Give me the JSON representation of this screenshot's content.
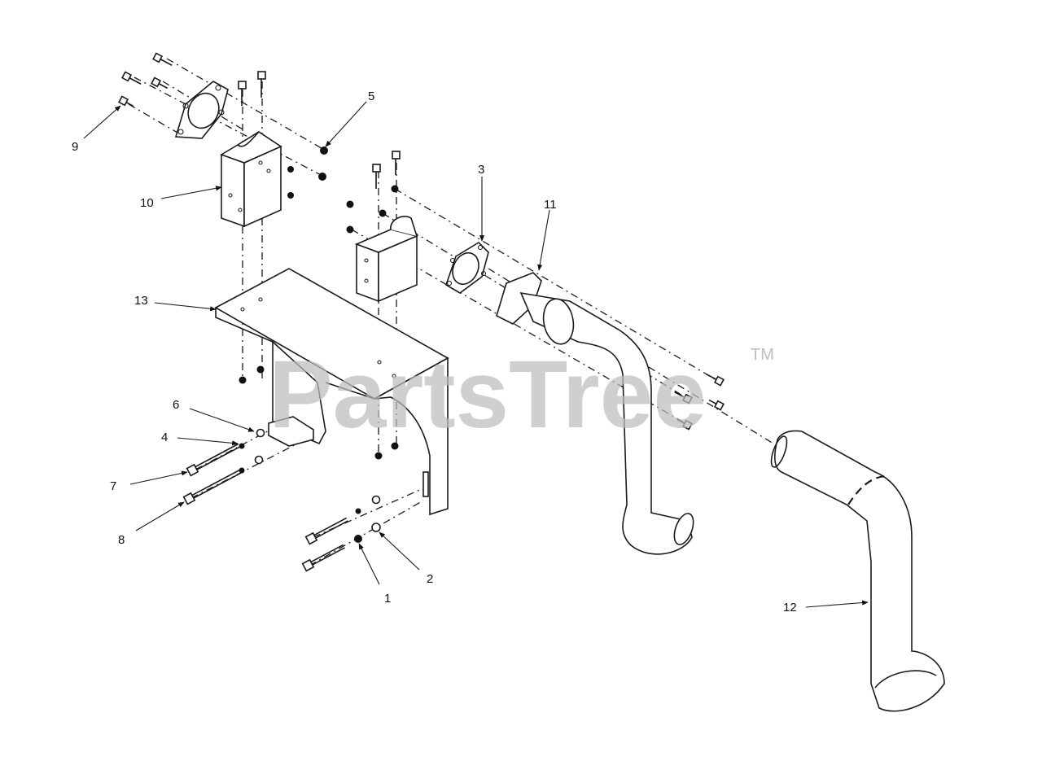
{
  "watermark": {
    "brand": "PartsTree",
    "trademark": "TM"
  },
  "callouts": {
    "c1": "1",
    "c2": "2",
    "c3": "3",
    "c4": "4",
    "c5": "5",
    "c6": "6",
    "c7": "7",
    "c8": "8",
    "c9": "9",
    "c10": "10",
    "c11": "11",
    "c12": "12",
    "c13": "13"
  }
}
